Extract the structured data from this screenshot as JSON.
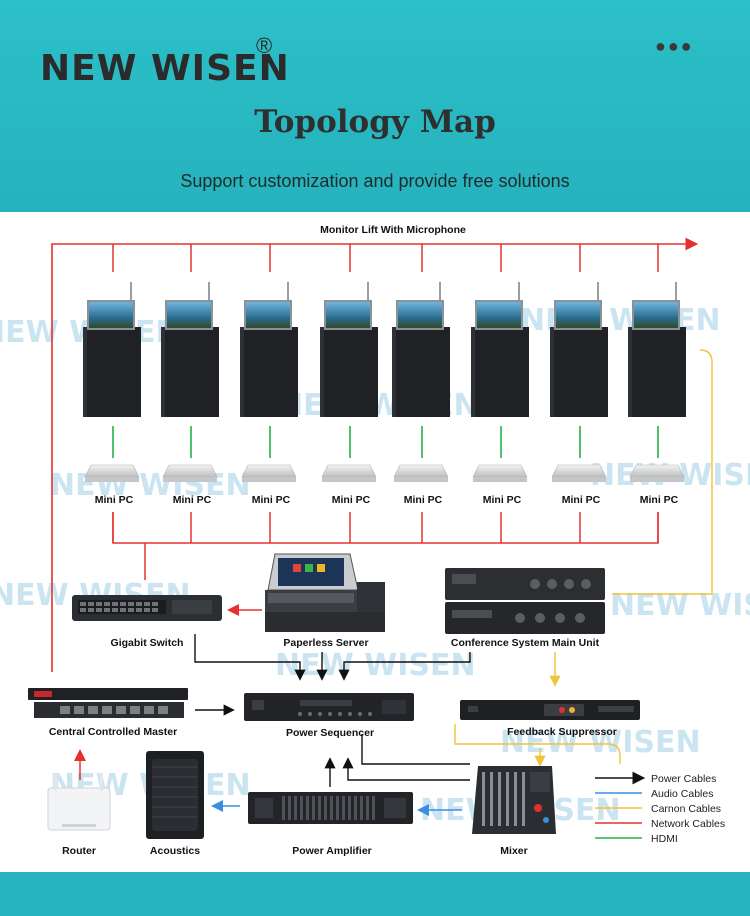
{
  "header": {
    "brand": "NEW WISEN",
    "registered": "®",
    "menu_dots": "●●●",
    "title": "Topology Map",
    "subtitle": "Support customization and provide free solutions"
  },
  "diagram": {
    "monitor_lift_label": "Monitor Lift With Microphone",
    "mini_pc_labels": [
      "Mini PC",
      "Mini PC",
      "Mini PC",
      "Mini PC",
      "Mini PC",
      "Mini PC",
      "Mini PC",
      "Mini PC"
    ],
    "gigabit_switch": "Gigabit Switch",
    "paperless_server": "Paperless Server",
    "conference_main_unit": "Conference System Main Unit",
    "central_master": "Central Controlled Master",
    "power_sequencer": "Power Sequencer",
    "feedback_suppressor": "Feedback Suppressor",
    "router": "Router",
    "acoustics": "Acoustics",
    "power_amplifier": "Power Amplifier",
    "mixer": "Mixer",
    "watermark": "NEW WISEN"
  },
  "legend": [
    {
      "label": "Power Cables",
      "color": "#111111",
      "arrow": true
    },
    {
      "label": "Audio Cables",
      "color": "#3a8fe0",
      "arrow": false
    },
    {
      "label": "Carnon Cables",
      "color": "#f2c23a",
      "arrow": false
    },
    {
      "label": "Network Cables",
      "color": "#e53030",
      "arrow": false
    },
    {
      "label": "HDMI",
      "color": "#21b24a",
      "arrow": false
    }
  ]
}
